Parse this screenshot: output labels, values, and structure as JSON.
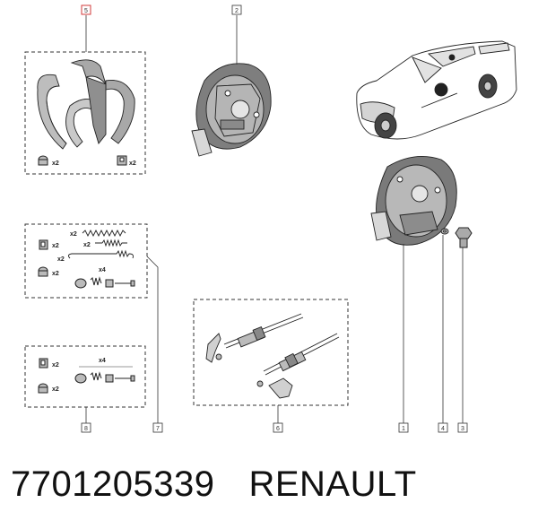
{
  "callouts": {
    "c5": "5",
    "c2": "2",
    "c1": "1",
    "c4": "4",
    "c3": "3",
    "c6": "6",
    "c7": "7",
    "c8": "8"
  },
  "quantities": {
    "shoe_pin": "x2",
    "shoe_clip": "x2",
    "spring_top": "x2",
    "spring_mid": "x2",
    "spring_low": "x2",
    "k7_clip": "x2",
    "k7_cap": "x2",
    "k7_set": "x4",
    "k8_clip": "x2",
    "k8_cap": "x2",
    "k8_set": "x4"
  },
  "caption": {
    "part_number": "7701205339",
    "brand": "RENAULT"
  },
  "colors": {
    "line": "#222222",
    "dash": "#333333",
    "callout_highlight": "#d23b3b",
    "shade": "#9a9a9a"
  }
}
